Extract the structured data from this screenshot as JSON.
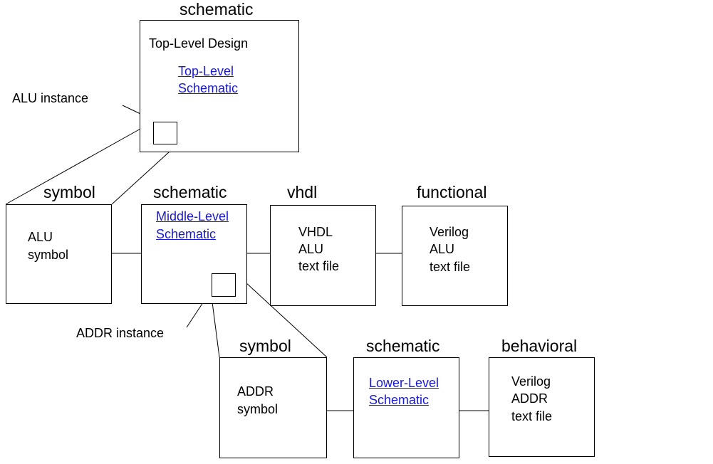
{
  "top": {
    "view_label": "schematic",
    "title": "Top-Level Design",
    "link_line1": "Top-Level",
    "link_line2": "Schematic"
  },
  "alu_instance_label": "ALU instance",
  "addr_instance_label": "ADDR instance",
  "middle_row": {
    "symbol": {
      "view_label": "symbol",
      "line1": "ALU",
      "line2": "symbol"
    },
    "schematic": {
      "view_label": "schematic",
      "link_line1": "Middle-Level",
      "link_line2": "Schematic"
    },
    "vhdl": {
      "view_label": "vhdl",
      "line1": "VHDL",
      "line2": "ALU",
      "line3": "text file"
    },
    "functional": {
      "view_label": "functional",
      "line1": "Verilog",
      "line2": "ALU",
      "line3": "text file"
    }
  },
  "lower_row": {
    "symbol": {
      "view_label": "symbol",
      "line1": "ADDR",
      "line2": "symbol"
    },
    "schematic": {
      "view_label": "schematic",
      "link_line1": "Lower-Level",
      "link_line2": "Schematic"
    },
    "behavioral": {
      "view_label": "behavioral",
      "line1": "Verilog",
      "line2": "ADDR",
      "line3": "text file"
    }
  },
  "colors": {
    "link": "#1a1acd",
    "line": "#000000",
    "background": "#ffffff"
  },
  "icons": [
    "arrow-icon"
  ]
}
